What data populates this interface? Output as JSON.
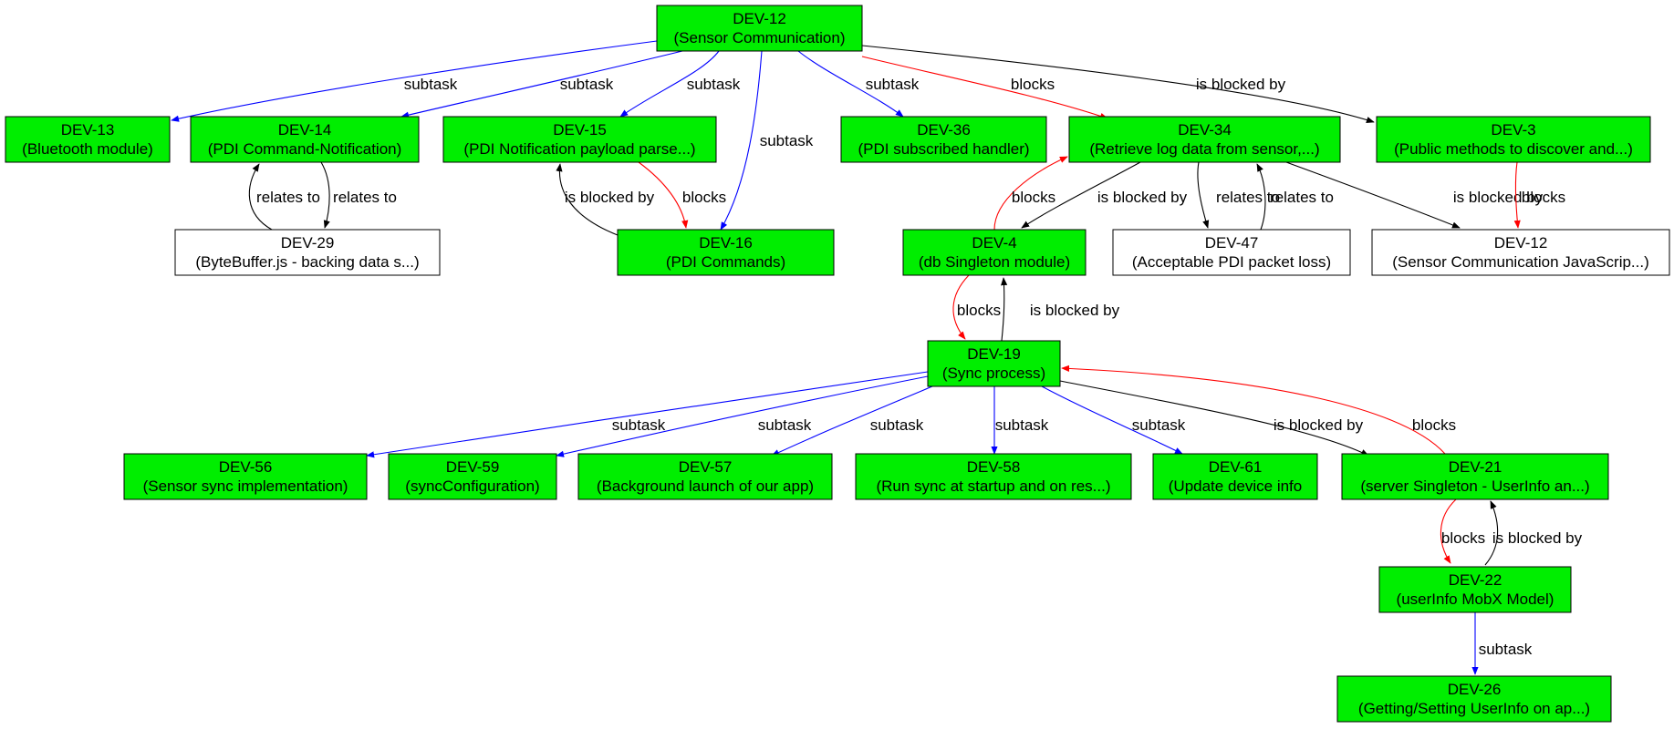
{
  "colors": {
    "done": "#00ee00",
    "open": "#ffffff",
    "subtask": "#0000ff",
    "blocks": "#ff0000",
    "is_blocked_by": "#000000",
    "relates_to": "#000000"
  },
  "nodes": [
    {
      "id": "n12",
      "key": "DEV-12",
      "title": "(Sensor Communication)",
      "status": "done"
    },
    {
      "id": "n13",
      "key": "DEV-13",
      "title": "(Bluetooth module)",
      "status": "done"
    },
    {
      "id": "n14",
      "key": "DEV-14",
      "title": "(PDI Command-Notification)",
      "status": "done"
    },
    {
      "id": "n15",
      "key": "DEV-15",
      "title": "(PDI Notification payload parse...)",
      "status": "done"
    },
    {
      "id": "n36",
      "key": "DEV-36",
      "title": "(PDI subscribed handler)",
      "status": "done"
    },
    {
      "id": "n34",
      "key": "DEV-34",
      "title": "(Retrieve log data from sensor,...)",
      "status": "done"
    },
    {
      "id": "n3",
      "key": "DEV-3",
      "title": "(Public methods to discover and...)",
      "status": "done"
    },
    {
      "id": "n29",
      "key": "DEV-29",
      "title": "(ByteBuffer.js - backing data s...)",
      "status": "open"
    },
    {
      "id": "n16",
      "key": "DEV-16",
      "title": "(PDI Commands)",
      "status": "done"
    },
    {
      "id": "n4",
      "key": "DEV-4",
      "title": "(db Singleton module)",
      "status": "done"
    },
    {
      "id": "n47",
      "key": "DEV-47",
      "title": "(Acceptable PDI packet loss)",
      "status": "open"
    },
    {
      "id": "n12b",
      "key": "DEV-12",
      "title": "(Sensor Communication JavaScrip...)",
      "status": "open"
    },
    {
      "id": "n19",
      "key": "DEV-19",
      "title": "(Sync process)",
      "status": "done"
    },
    {
      "id": "n56",
      "key": "DEV-56",
      "title": "(Sensor sync implementation)",
      "status": "done"
    },
    {
      "id": "n59",
      "key": "DEV-59",
      "title": "(syncConfiguration)",
      "status": "done"
    },
    {
      "id": "n57",
      "key": "DEV-57",
      "title": "(Background launch of our app)",
      "status": "done"
    },
    {
      "id": "n58",
      "key": "DEV-58",
      "title": "(Run sync at startup and on res...)",
      "status": "done"
    },
    {
      "id": "n61",
      "key": "DEV-61",
      "title": "(Update device info",
      "status": "done"
    },
    {
      "id": "n21",
      "key": "DEV-21",
      "title": "(server Singleton - UserInfo an...)",
      "status": "done"
    },
    {
      "id": "n22",
      "key": "DEV-22",
      "title": "(userInfo MobX Model)",
      "status": "done"
    },
    {
      "id": "n26",
      "key": "DEV-26",
      "title": "(Getting/Setting UserInfo on ap...)",
      "status": "done"
    }
  ],
  "edges": [
    {
      "from": "n12",
      "to": "n13",
      "label": "subtask",
      "type": "subtask"
    },
    {
      "from": "n12",
      "to": "n14",
      "label": "subtask",
      "type": "subtask"
    },
    {
      "from": "n12",
      "to": "n15",
      "label": "subtask",
      "type": "subtask"
    },
    {
      "from": "n12",
      "to": "n16",
      "label": "subtask",
      "type": "subtask"
    },
    {
      "from": "n12",
      "to": "n36",
      "label": "subtask",
      "type": "subtask"
    },
    {
      "from": "n12",
      "to": "n34",
      "label": "blocks",
      "type": "blocks"
    },
    {
      "from": "n12",
      "to": "n3",
      "label": "is blocked by",
      "type": "is_blocked_by"
    },
    {
      "from": "n29",
      "to": "n14",
      "label": "relates to",
      "type": "relates_to"
    },
    {
      "from": "n14",
      "to": "n29",
      "label": "relates to",
      "type": "relates_to"
    },
    {
      "from": "n16",
      "to": "n15",
      "label": "is blocked by",
      "type": "is_blocked_by"
    },
    {
      "from": "n15",
      "to": "n16",
      "label": "blocks",
      "type": "blocks"
    },
    {
      "from": "n4",
      "to": "n34",
      "label": "blocks",
      "type": "blocks"
    },
    {
      "from": "n34",
      "to": "n4",
      "label": "is blocked by",
      "type": "is_blocked_by"
    },
    {
      "from": "n34",
      "to": "n47",
      "label": "relates to",
      "type": "relates_to"
    },
    {
      "from": "n47",
      "to": "n34",
      "label": "relates to",
      "type": "relates_to"
    },
    {
      "from": "n34",
      "to": "n12b",
      "label": "is blocked by",
      "type": "is_blocked_by"
    },
    {
      "from": "n3",
      "to": "n12b",
      "label": "blocks",
      "type": "blocks"
    },
    {
      "from": "n4",
      "to": "n19",
      "label": "blocks",
      "type": "blocks"
    },
    {
      "from": "n19",
      "to": "n4",
      "label": "is blocked by",
      "type": "is_blocked_by"
    },
    {
      "from": "n19",
      "to": "n56",
      "label": "subtask",
      "type": "subtask"
    },
    {
      "from": "n19",
      "to": "n59",
      "label": "subtask",
      "type": "subtask"
    },
    {
      "from": "n19",
      "to": "n57",
      "label": "subtask",
      "type": "subtask"
    },
    {
      "from": "n19",
      "to": "n58",
      "label": "subtask",
      "type": "subtask"
    },
    {
      "from": "n19",
      "to": "n61",
      "label": "subtask",
      "type": "subtask"
    },
    {
      "from": "n19",
      "to": "n21",
      "label": "is blocked by",
      "type": "is_blocked_by"
    },
    {
      "from": "n21",
      "to": "n19",
      "label": "blocks",
      "type": "blocks"
    },
    {
      "from": "n21",
      "to": "n22",
      "label": "blocks",
      "type": "blocks"
    },
    {
      "from": "n22",
      "to": "n21",
      "label": "is blocked by",
      "type": "is_blocked_by"
    },
    {
      "from": "n22",
      "to": "n26",
      "label": "subtask",
      "type": "subtask"
    }
  ]
}
